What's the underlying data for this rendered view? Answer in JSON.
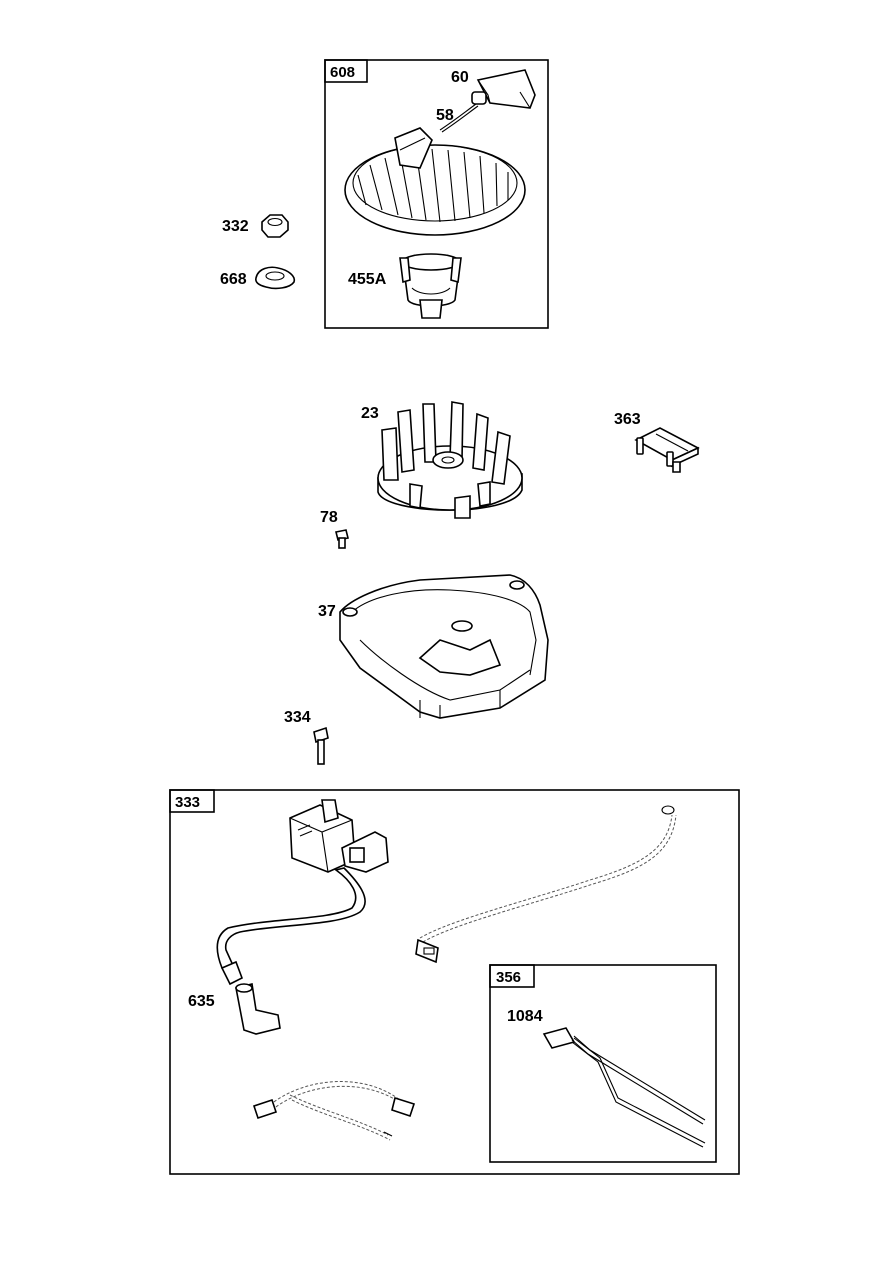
{
  "groups": {
    "g608": "608",
    "g333": "333",
    "g356": "356"
  },
  "parts": {
    "p60": "60",
    "p58": "58",
    "p332": "332",
    "p668": "668",
    "p455A": "455A",
    "p23": "23",
    "p363": "363",
    "p78": "78",
    "p37": "37",
    "p334": "334",
    "p635": "635",
    "p1084": "1084"
  }
}
